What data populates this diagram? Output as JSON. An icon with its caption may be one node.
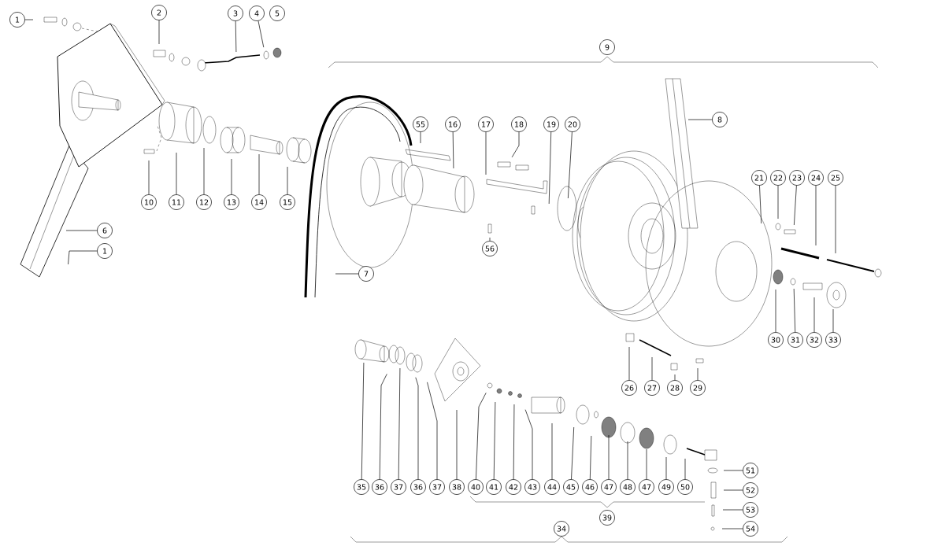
{
  "diagram": {
    "nodes": [
      {
        "text": [
          "1"
        ]
      },
      {
        "text": [
          "2"
        ]
      },
      {
        "text": [
          "3"
        ]
      },
      {
        "text": [
          "4"
        ]
      },
      {
        "text": [
          "5"
        ]
      },
      {
        "text": [
          "9"
        ]
      },
      {
        "text": [
          "55"
        ]
      },
      {
        "text": [
          "16"
        ]
      },
      {
        "text": [
          "17"
        ]
      },
      {
        "text": [
          "18"
        ]
      },
      {
        "text": [
          "19"
        ]
      },
      {
        "text": [
          "20"
        ]
      },
      {
        "text": [
          "8"
        ]
      },
      {
        "text": [
          "21"
        ]
      },
      {
        "text": [
          "22"
        ]
      },
      {
        "text": [
          "23"
        ]
      },
      {
        "text": [
          "24"
        ]
      },
      {
        "text": [
          "25"
        ]
      },
      {
        "text": [
          "10"
        ]
      },
      {
        "text": [
          "11"
        ]
      },
      {
        "text": [
          "12"
        ]
      },
      {
        "text": [
          "13"
        ]
      },
      {
        "text": [
          "14"
        ]
      },
      {
        "text": [
          "15"
        ]
      },
      {
        "text": [
          "6"
        ]
      },
      {
        "text": [
          "56"
        ]
      },
      {
        "text": [
          "1"
        ]
      },
      {
        "text": [
          "7"
        ]
      },
      {
        "text": [
          "30"
        ]
      },
      {
        "text": [
          "31"
        ]
      },
      {
        "text": [
          "32"
        ]
      },
      {
        "text": [
          "33"
        ]
      },
      {
        "text": [
          "26"
        ]
      },
      {
        "text": [
          "27"
        ]
      },
      {
        "text": [
          "28"
        ]
      },
      {
        "text": [
          "29"
        ]
      },
      {
        "text": [
          "35"
        ]
      },
      {
        "text": [
          "36"
        ]
      },
      {
        "text": [
          "37"
        ]
      },
      {
        "text": [
          "36"
        ]
      },
      {
        "text": [
          "37"
        ]
      },
      {
        "text": [
          "38"
        ]
      },
      {
        "text": [
          "40"
        ]
      },
      {
        "text": [
          "41"
        ]
      },
      {
        "text": [
          "42"
        ]
      },
      {
        "text": [
          "43"
        ]
      },
      {
        "text": [
          "44"
        ]
      },
      {
        "text": [
          "45"
        ]
      },
      {
        "text": [
          "46"
        ]
      },
      {
        "text": [
          "47"
        ]
      },
      {
        "text": [
          "48"
        ]
      },
      {
        "text": [
          "47"
        ]
      },
      {
        "text": [
          "49"
        ]
      },
      {
        "text": [
          "50"
        ]
      },
      {
        "text": [
          "51"
        ]
      },
      {
        "text": [
          "52"
        ]
      },
      {
        "text": [
          "53"
        ]
      },
      {
        "text": [
          "39"
        ]
      },
      {
        "text": [
          "54"
        ]
      },
      {
        "text": [
          "34"
        ]
      }
    ],
    "edges": [
      {
        "from": 0,
        "to": null,
        "arrow": "none"
      },
      {
        "from": 1,
        "to": null,
        "arrow": "none"
      },
      {
        "from": 2,
        "to": null,
        "arrow": "none"
      },
      {
        "from": 3,
        "to": null,
        "arrow": "none"
      },
      {
        "from": 6,
        "to": null,
        "arrow": "none"
      },
      {
        "from": 7,
        "to": null,
        "arrow": "none"
      },
      {
        "from": 8,
        "to": null,
        "arrow": "none"
      },
      {
        "from": 9,
        "to": null,
        "arrow": "none"
      },
      {
        "from": 10,
        "to": null,
        "arrow": "none"
      },
      {
        "from": 11,
        "to": null,
        "arrow": "none"
      },
      {
        "from": 12,
        "to": null,
        "arrow": "none"
      },
      {
        "from": 13,
        "to": null,
        "arrow": "none"
      },
      {
        "from": 14,
        "to": null,
        "arrow": "none"
      },
      {
        "from": 15,
        "to": null,
        "arrow": "none"
      },
      {
        "from": 16,
        "to": null,
        "arrow": "none"
      },
      {
        "from": 17,
        "to": null,
        "arrow": "none"
      },
      {
        "from": 18,
        "to": null,
        "arrow": "none"
      },
      {
        "from": 19,
        "to": null,
        "arrow": "none"
      },
      {
        "from": 20,
        "to": null,
        "arrow": "none"
      },
      {
        "from": 21,
        "to": null,
        "arrow": "none"
      },
      {
        "from": 22,
        "to": null,
        "arrow": "none"
      },
      {
        "from": 23,
        "to": null,
        "arrow": "none"
      },
      {
        "from": 24,
        "to": null,
        "arrow": "none"
      },
      {
        "from": 25,
        "to": null,
        "arrow": "none"
      },
      {
        "from": 26,
        "to": null,
        "arrow": "none"
      },
      {
        "from": 27,
        "to": null,
        "arrow": "none"
      },
      {
        "from": 28,
        "to": null,
        "arrow": "none"
      },
      {
        "from": 29,
        "to": null,
        "arrow": "none"
      },
      {
        "from": 30,
        "to": null,
        "arrow": "none"
      },
      {
        "from": 31,
        "to": null,
        "arrow": "none"
      },
      {
        "from": 32,
        "to": null,
        "arrow": "none"
      },
      {
        "from": 33,
        "to": null,
        "arrow": "none"
      },
      {
        "from": 34,
        "to": null,
        "arrow": "none"
      },
      {
        "from": 35,
        "to": null,
        "arrow": "none"
      },
      {
        "from": 36,
        "to": null,
        "arrow": "none"
      },
      {
        "from": 37,
        "to": null,
        "arrow": "none"
      },
      {
        "from": 38,
        "to": null,
        "arrow": "none"
      },
      {
        "from": 39,
        "to": null,
        "arrow": "none"
      },
      {
        "from": 40,
        "to": null,
        "arrow": "none"
      },
      {
        "from": 41,
        "to": null,
        "arrow": "none"
      },
      {
        "from": 42,
        "to": null,
        "arrow": "none"
      },
      {
        "from": 43,
        "to": null,
        "arrow": "none"
      },
      {
        "from": 44,
        "to": null,
        "arrow": "none"
      },
      {
        "from": 45,
        "to": null,
        "arrow": "none"
      },
      {
        "from": 46,
        "to": null,
        "arrow": "none"
      },
      {
        "from": 47,
        "to": null,
        "arrow": "none"
      },
      {
        "from": 48,
        "to": null,
        "arrow": "none"
      },
      {
        "from": 49,
        "to": null,
        "arrow": "none"
      },
      {
        "from": 50,
        "to": null,
        "arrow": "none"
      },
      {
        "from": 51,
        "to": null,
        "arrow": "none"
      },
      {
        "from": 52,
        "to": null,
        "arrow": "none"
      },
      {
        "from": 53,
        "to": null,
        "arrow": "none"
      },
      {
        "from": 54,
        "to": null,
        "arrow": "none"
      },
      {
        "from": 55,
        "to": null,
        "arrow": "none"
      },
      {
        "from": 56,
        "to": null,
        "arrow": "none"
      },
      {
        "from": 58,
        "to": null,
        "arrow": "none"
      }
    ]
  }
}
